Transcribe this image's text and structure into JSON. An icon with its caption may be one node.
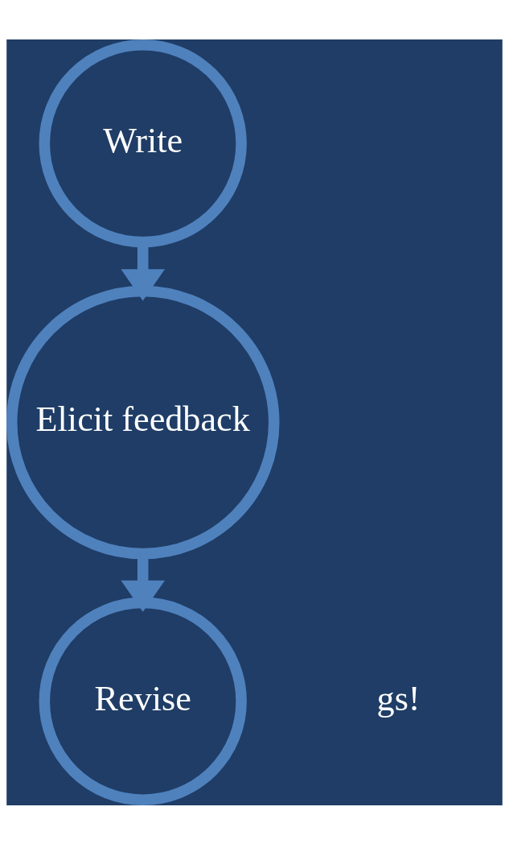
{
  "diagram": {
    "nodes": [
      {
        "text": [
          "Write"
        ]
      },
      {
        "text": [
          "Elicit feedback"
        ]
      },
      {
        "text": [
          "Revise"
        ]
      }
    ],
    "edges": [
      {
        "from": 0,
        "to": 1,
        "arrow": "to"
      },
      {
        "from": 1,
        "to": 2,
        "arrow": "to"
      }
    ],
    "labels": [
      "gs!"
    ]
  }
}
